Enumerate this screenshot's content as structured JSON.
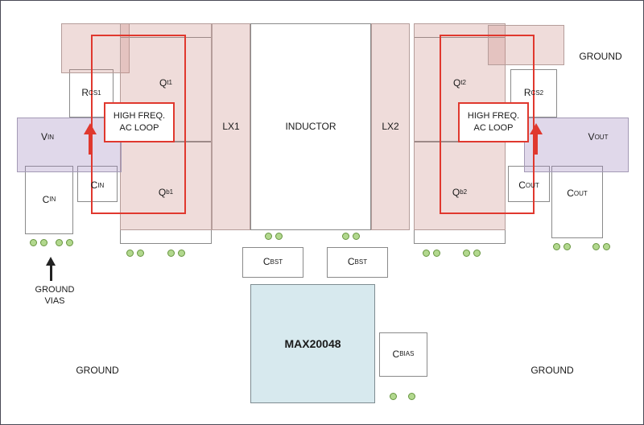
{
  "title": "MAX20048 PCB layout diagram",
  "colors": {
    "loop_red": "#e0382e",
    "copper_pink": "#c98c85",
    "rail_purple": "#9e86bd",
    "ic_blue": "#d7e9ee",
    "via_green_fill": "#b2d88e",
    "via_green_border": "#67953f",
    "text": "#1a1a1a"
  },
  "labels": {
    "ground_top_right": "GROUND",
    "ground_bottom_left": "GROUND",
    "ground_bottom_right": "GROUND",
    "ground_vias_line1": "GROUND",
    "ground_vias_line2": "VIAS",
    "inductor": "INDUCTOR",
    "lx1": "LX1",
    "lx2": "LX2",
    "ic": "MAX20048",
    "high_freq_line1": "HIGH FREQ.",
    "high_freq_line2": "AC LOOP"
  },
  "components": {
    "rcs1": {
      "main": "R",
      "sub": "CS1"
    },
    "rcs2": {
      "main": "R",
      "sub": "CS2"
    },
    "qt1": {
      "main": "Q",
      "sub": "t1"
    },
    "qb1": {
      "main": "Q",
      "sub": "b1"
    },
    "qt2": {
      "main": "Q",
      "sub": "t2"
    },
    "qb2": {
      "main": "Q",
      "sub": "b2"
    },
    "vin": {
      "main": "V",
      "sub": "IN"
    },
    "vout": {
      "main": "V",
      "sub": "OUT"
    },
    "cin_outer": {
      "main": "C",
      "sub": "IN"
    },
    "cin_inner": {
      "main": "C",
      "sub": "IN"
    },
    "cout_inner": {
      "main": "C",
      "sub": "OUT"
    },
    "cout_outer": {
      "main": "C",
      "sub": "OUT"
    },
    "cbst_left": {
      "main": "C",
      "sub": "BST"
    },
    "cbst_right": {
      "main": "C",
      "sub": "BST"
    },
    "cbias": {
      "main": "C",
      "sub": "BIAS"
    }
  }
}
